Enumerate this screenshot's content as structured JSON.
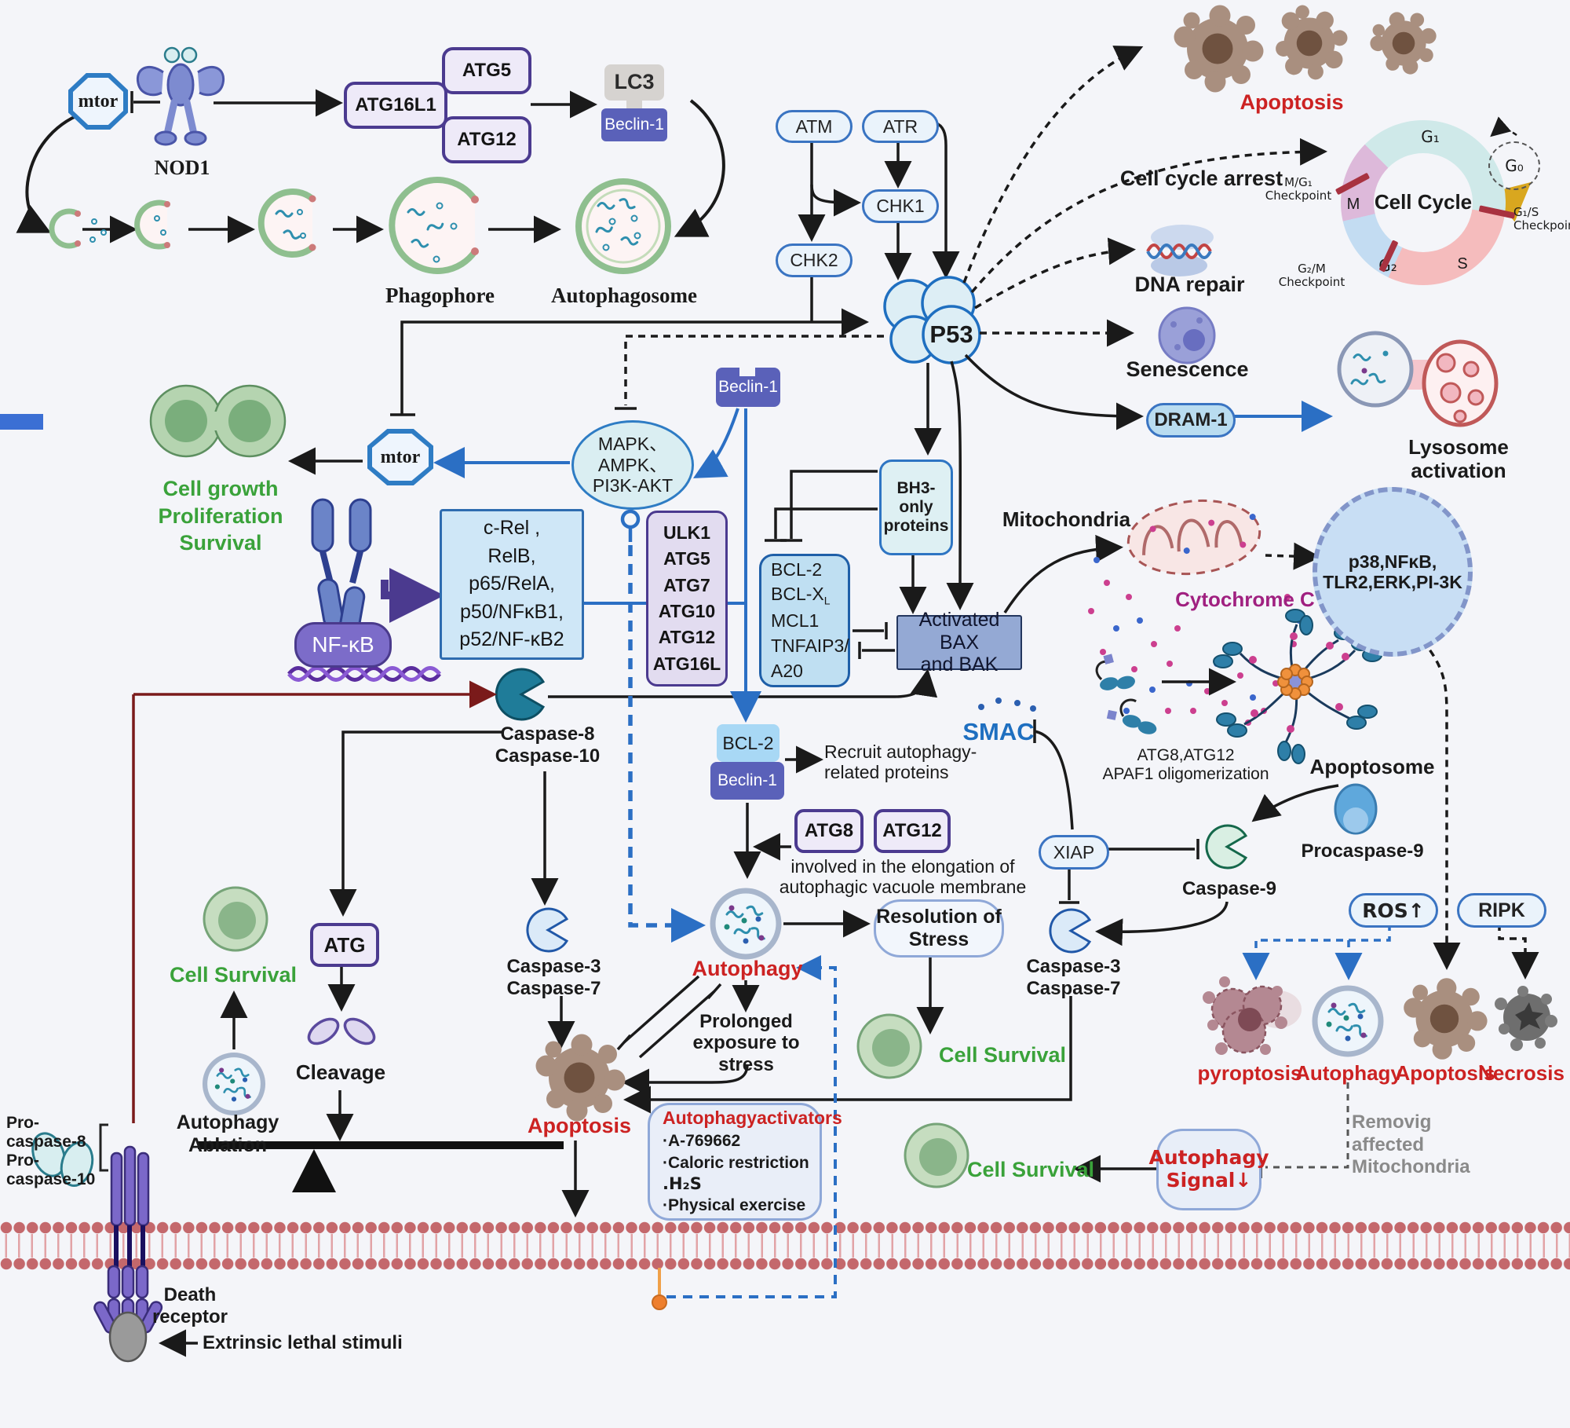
{
  "top_left": {
    "mtor": "mtor",
    "nod1": "NOD1",
    "atg16l1": "ATG16L1",
    "atg5": "ATG5",
    "atg12": "ATG12",
    "lc3": "LC3",
    "beclin1": "Beclin-1",
    "phagophore": "Phagophore",
    "autophagosome": "Autophagosome"
  },
  "dna_damage": {
    "atm": "ATM",
    "atr": "ATR",
    "chk1": "CHK1",
    "chk2": "CHK2",
    "p53": "P53"
  },
  "p53_outcomes": {
    "apoptosis": "Apoptosis",
    "arrest": "Cell cycle arrest",
    "dna_repair": "DNA repair",
    "senescence": "Senescence",
    "dram1": "DRAM-1",
    "lysosome_1": "Lysosome",
    "lysosome_2": "activation"
  },
  "cycle": {
    "title": "Cell Cycle",
    "g1": "G₁",
    "g0": "G₀",
    "s": "S",
    "g2": "G₂",
    "m": "M",
    "cp_mg1": "M/G₁",
    "cp_g1s": "G₁/S",
    "cp_g2m": "G₂/M",
    "checkpoint": "Checkpoint"
  },
  "growth": {
    "l1": "Cell growth",
    "l2": "Proliferation",
    "l3": "Survival",
    "mtor": "mtor"
  },
  "sig": {
    "mapk1": "MAPK、",
    "mapk2": "AMPK、",
    "mapk3": "PI3K-AKT",
    "beclin1": "Beclin-1",
    "nfkb": "NF-κB",
    "crel1": "c-Rel ,",
    "crel2": "RelB,",
    "crel3": "p65/RelA,",
    "crel4": "p50/NFκB1,",
    "crel5": "p52/NF-κB2",
    "ulk": [
      "ULK1",
      "ATG5",
      "ATG7",
      "ATG10",
      "ATG12",
      "ATG16L"
    ]
  },
  "mito": {
    "bh3a": "BH3-only",
    "bh3b": "proteins",
    "bcl1": "BCL-2",
    "bcl2main": "BCL-X",
    "bcl2sub": "L",
    "bcl3": "MCL1",
    "bcl4": "TNFAIP3/",
    "bcl5": "A20",
    "bax1": "Activated BAX",
    "bax2": "and BAK",
    "mitochondria": "Mitochondria",
    "cytc": "Cytochrome C",
    "smac": "SMAC",
    "p38a": "p38,NFκB,",
    "p38b": "TLR2,ERK,PI-3K",
    "atg812": "ATG8,ATG12",
    "apaf": "APAF1 oligomerization",
    "apoptosome": "Apoptosome",
    "procasp9": "Procaspase-9",
    "xiap": "XIAP",
    "casp9": "Caspase-9"
  },
  "casp": {
    "c8": "Caspase-8",
    "c10": "Caspase-10",
    "bcl2c": "BCL-2",
    "beclin1c": "Beclin-1",
    "recruit1": "Recruit autophagy-",
    "recruit2": "related proteins",
    "atg8": "ATG8",
    "atg12": "ATG12",
    "elong1": "involved in the elongation of",
    "elong2": "autophagic vacuole membrane",
    "autophagy": "Autophagy",
    "res1": "Resolution of",
    "res2": "Stress",
    "c3": "Caspase-3",
    "c7": "Caspase-7",
    "prolonged1": "Prolonged",
    "prolonged2": "exposure to",
    "prolonged3": "stress",
    "apoptosis": "Apoptosis",
    "act_title": "Autophagyactivators",
    "act1": "·A-769662",
    "act2": "·Caloric restriction",
    "act3": ".H₂S",
    "act4": "·Physical exercise",
    "atg": "ATG",
    "cleavage": "Cleavage"
  },
  "left_col": {
    "survival": "Cell Survival",
    "ablation": "Autophagy Ablation",
    "pro8": "Pro-caspase-8",
    "pro10": "Pro-caspase-10",
    "death1": "Death",
    "death2": "receptor",
    "extrinsic": "Extrinsic lethal stimuli"
  },
  "survival": {
    "mid": "Cell Survival",
    "bottom": "Cell Survival"
  },
  "out": {
    "ros": "ROS↑",
    "ripk": "RIPK",
    "pyroptosis": "pyroptosis",
    "autophagy": "Autophagy",
    "apoptosis": "Apoptosis",
    "necrosis": "Necrosis",
    "rem1": "Removig",
    "rem2": "affected",
    "rem3": "Mitochondria",
    "sig1": "Autophagy",
    "sig2": "Signal↓"
  },
  "colors": {
    "accent_blue": "#2e7cc4",
    "purple": "#4b3a8f",
    "beclin": "#5a61b9",
    "red_label": "#cc2222",
    "green_label": "#3aa23a",
    "dark_red": "#7a1a1a",
    "smac_blue": "#1e6fc0",
    "cyt_magenta": "#a02080",
    "membrane_red": "#c4686c",
    "gray_note": "#8a8a8a"
  }
}
